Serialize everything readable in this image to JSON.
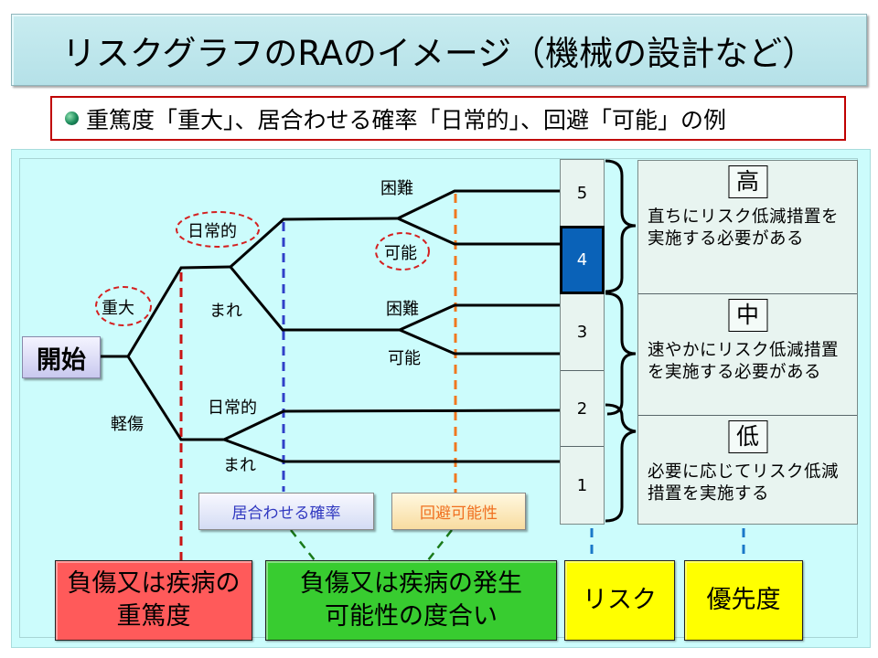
{
  "title": "リスクグラフのRAのイメージ（機械の設計など）",
  "subtitle": {
    "bullet_icon": "globe-bullet-icon",
    "text": "重篤度「重大」、居合わせる確率「日常的」、回避「可能」の例"
  },
  "tree": {
    "start": "開始",
    "severity": {
      "major": "重大",
      "minor": "軽傷",
      "selected": "重大"
    },
    "exposure": {
      "upper_frequent": "日常的",
      "upper_rare": "まれ",
      "lower_frequent": "日常的",
      "lower_rare": "まれ",
      "selected": "日常的"
    },
    "avoidance": {
      "upper_difficult": "困難",
      "upper_possible": "可能",
      "lower_difficult": "困難",
      "lower_possible": "可能",
      "selected": "可能"
    },
    "factor_labels": {
      "exposure": "居合わせる確率",
      "avoidance": "回避可能性"
    }
  },
  "risk_levels": [
    "5",
    "4",
    "3",
    "2",
    "1"
  ],
  "selected_risk": "4",
  "priorities": [
    {
      "level": "高",
      "description": "直ちにリスク低減措置を実施する必要がある"
    },
    {
      "level": "中",
      "description": "速やかにリスク低減措置を実施する必要がある"
    },
    {
      "level": "低",
      "description": "必要に応じてリスク低減措置を実施する"
    }
  ],
  "bottom_labels": {
    "severity": "負傷又は疾病の重篤度",
    "likelihood": "負傷又は疾病の発生可能性の度合い",
    "risk": "リスク",
    "priority": "優先度"
  },
  "colors": {
    "severity": "#ff5a5a",
    "likelihood": "#33cc33",
    "risk": "#ffff00",
    "priority": "#ffff00",
    "selected_risk": "#0a62b8",
    "highlight_ring": "#d42020"
  }
}
